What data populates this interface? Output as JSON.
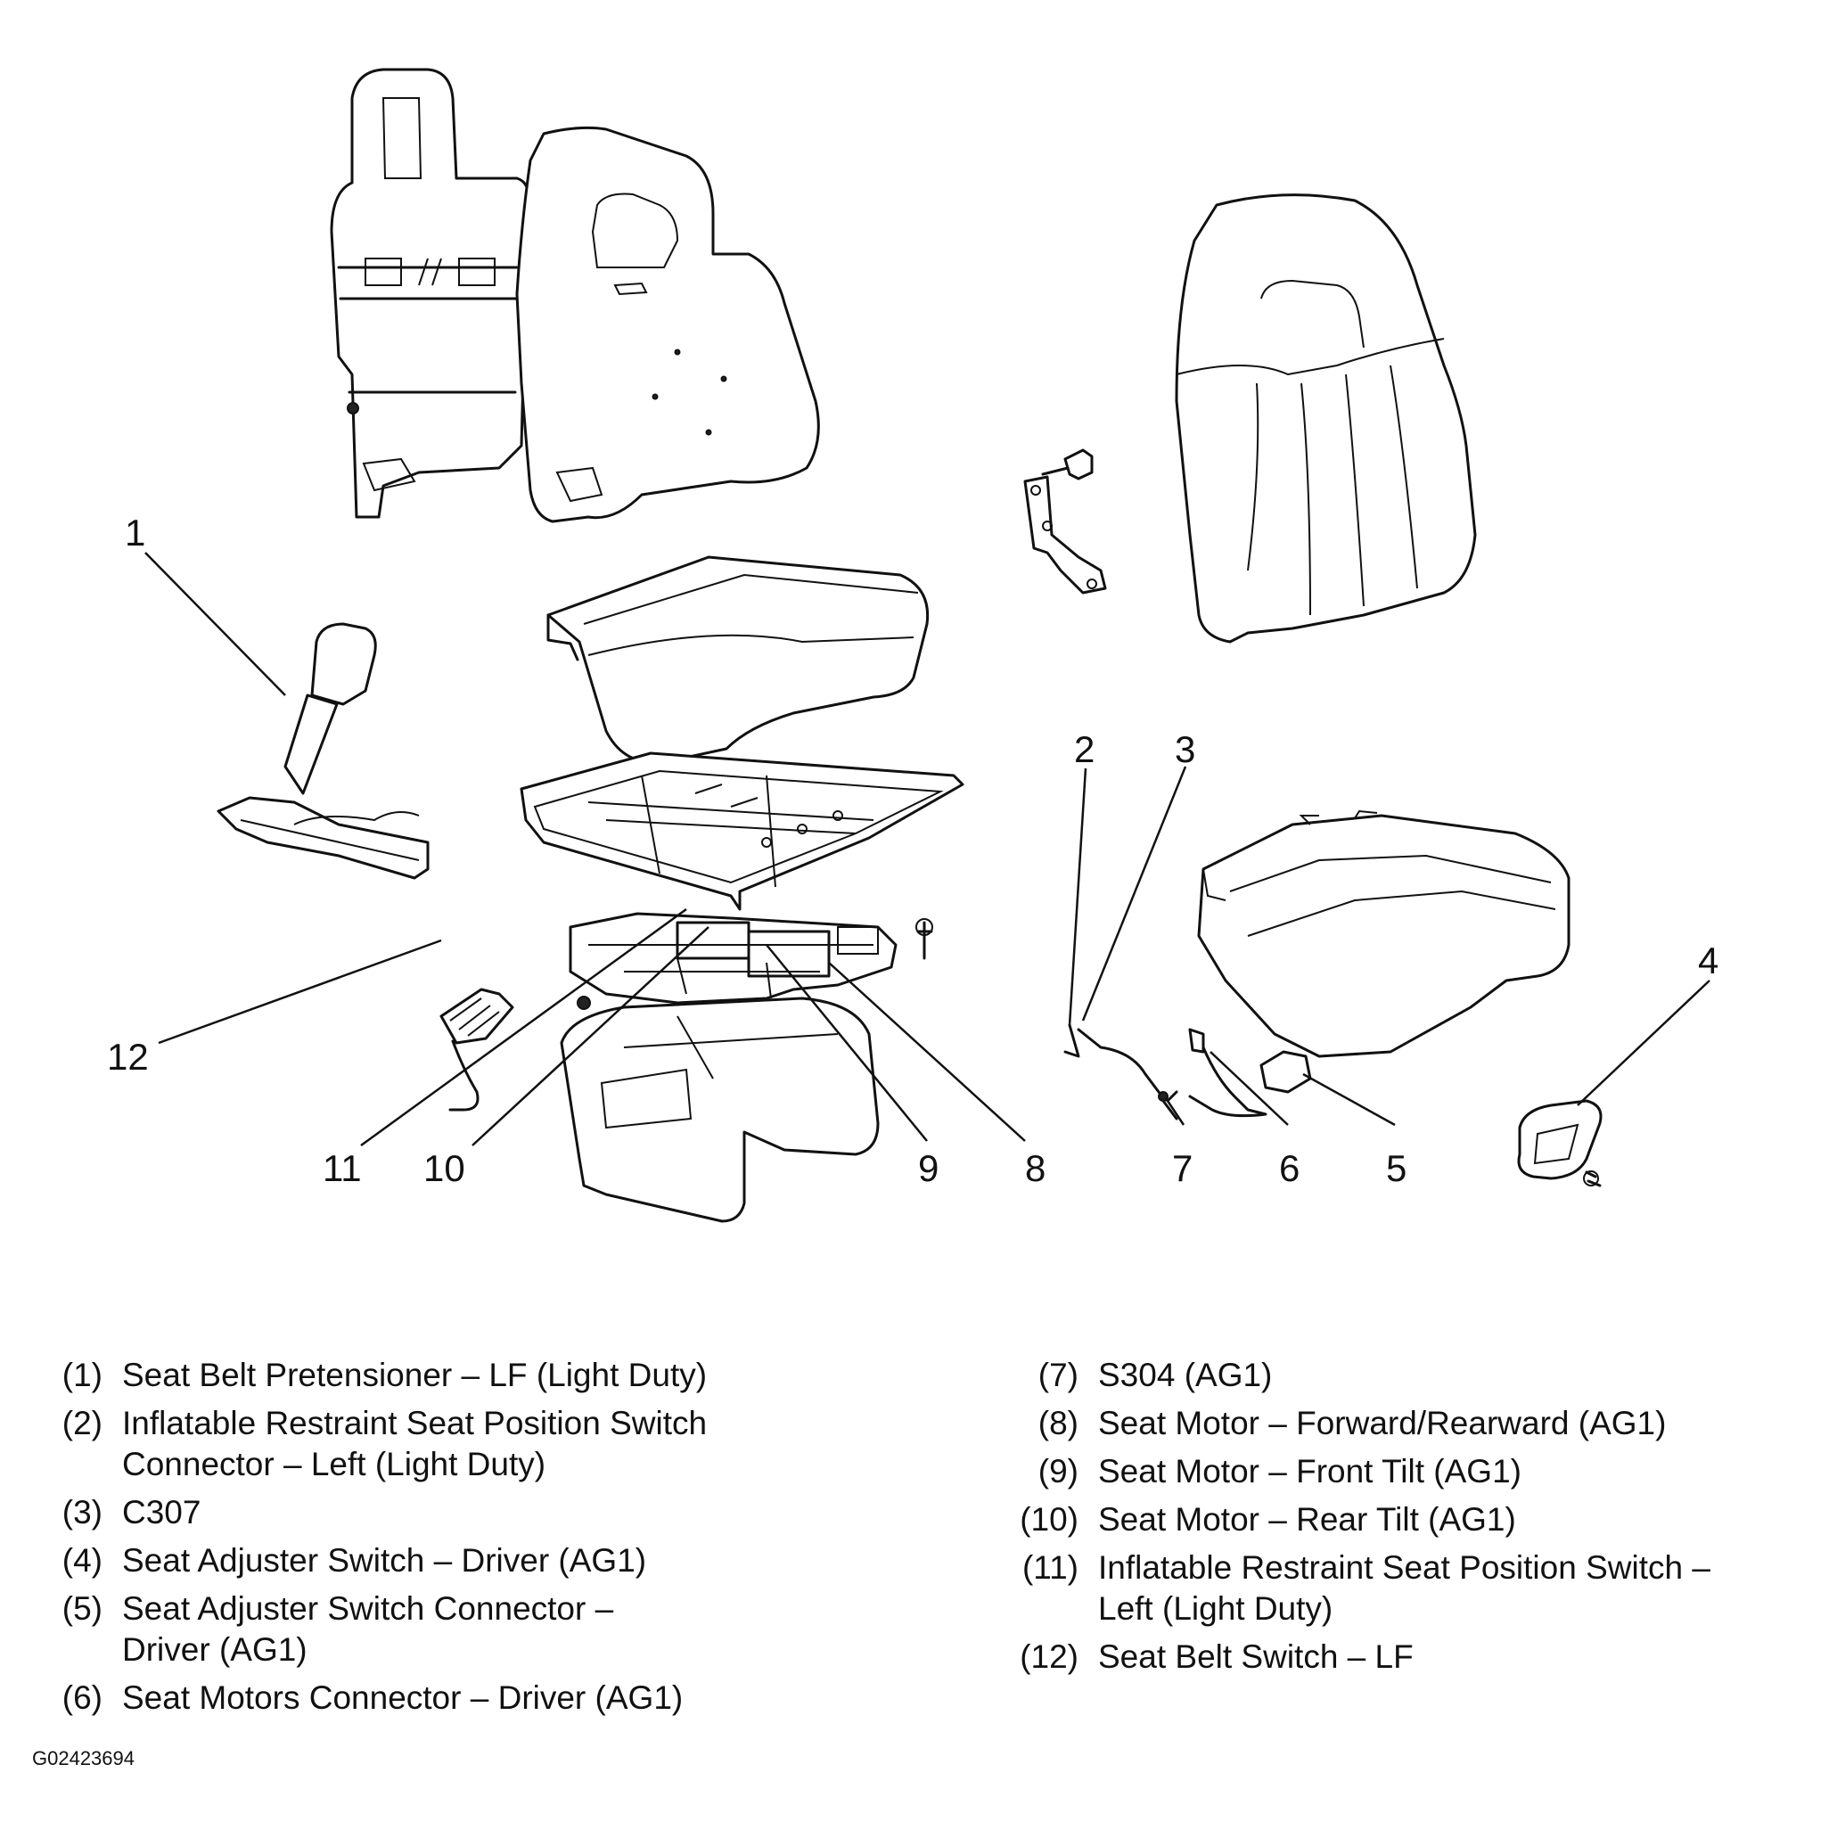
{
  "callouts": [
    "1",
    "2",
    "3",
    "4",
    "5",
    "6",
    "7",
    "8",
    "9",
    "10",
    "11",
    "12"
  ],
  "legend": {
    "left": [
      {
        "num": "(1)",
        "text": "Seat Belt Pretensioner – LF (Light Duty)"
      },
      {
        "num": "(2)",
        "text": "Inflatable Restraint Seat Position Switch\nConnector – Left (Light Duty)"
      },
      {
        "num": "(3)",
        "text": "C307"
      },
      {
        "num": "(4)",
        "text": "Seat Adjuster Switch – Driver (AG1)"
      },
      {
        "num": "(5)",
        "text": "Seat Adjuster Switch Connector –\nDriver (AG1)"
      },
      {
        "num": "(6)",
        "text": "Seat Motors Connector – Driver (AG1)"
      }
    ],
    "right": [
      {
        "num": "(7)",
        "text": "S304 (AG1)"
      },
      {
        "num": "(8)",
        "text": "Seat Motor – Forward/Rearward (AG1)"
      },
      {
        "num": "(9)",
        "text": "Seat Motor – Front Tilt (AG1)"
      },
      {
        "num": "(10)",
        "text": "Seat Motor – Rear Tilt (AG1)"
      },
      {
        "num": "(11)",
        "text": "Inflatable Restraint Seat Position Switch –\nLeft (Light Duty)"
      },
      {
        "num": "(12)",
        "text": "Seat Belt Switch – LF"
      }
    ]
  },
  "figure_id": "G02423694"
}
